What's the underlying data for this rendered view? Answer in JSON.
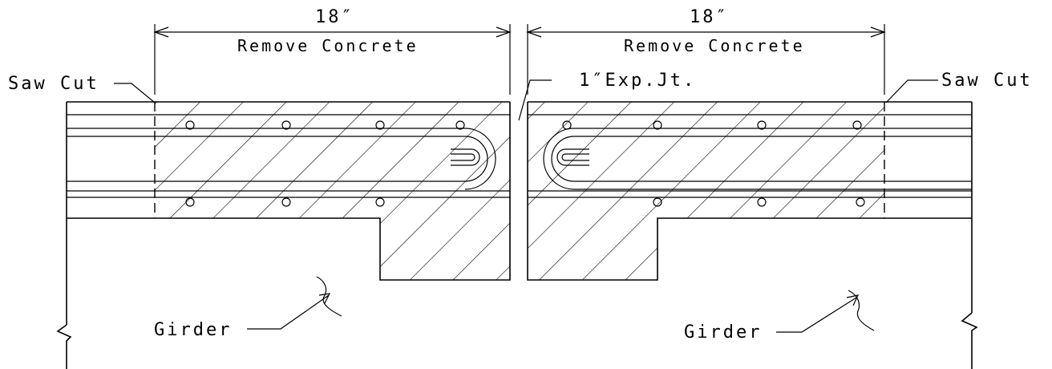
{
  "labels": {
    "dim_left": "18″",
    "dim_right": "18″",
    "remove_left": "Remove Concrete",
    "remove_right": "Remove Concrete",
    "saw_cut_left": "Saw Cut",
    "saw_cut_right": "Saw Cut",
    "exp_joint": "1″Exp.Jt.",
    "girder_left": "Girder",
    "girder_right": "Girder"
  }
}
